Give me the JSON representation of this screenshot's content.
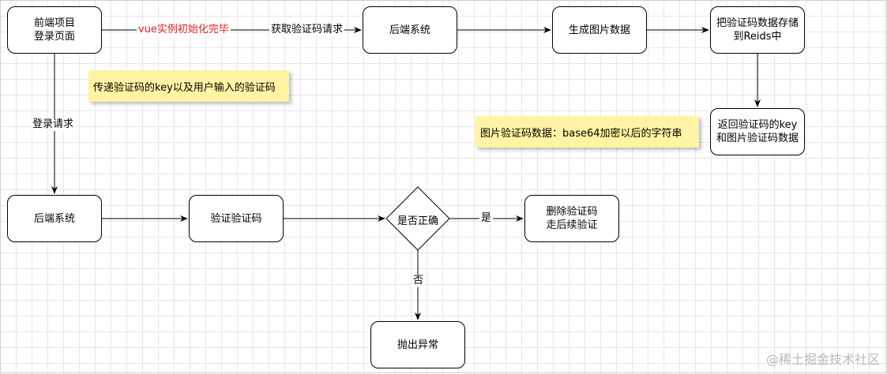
{
  "nodes": {
    "login_page": "前端项目\n登录页面",
    "backend_top": "后端系统",
    "gen_image": "生成图片数据",
    "store_redis": "把验证码数据存储\n到Reids中",
    "return_key": "返回验证码的key\n和图片验证码数据",
    "backend_bottom": "后端系统",
    "verify_code": "验证验证码",
    "is_correct": "是否正确",
    "delete_code": "删除验证码\n走后续验证",
    "throw_error": "抛出异常"
  },
  "notes": {
    "pass_key": "传递验证码的key以及用户输入的验证码",
    "base64": "图片验证码数据：base64加密以后的字符串"
  },
  "edge_labels": {
    "vue_init": "vue实例初始化完毕",
    "get_captcha": "获取验证码请求",
    "login_request": "登录请求",
    "yes": "是",
    "no": "否"
  },
  "colors": {
    "highlight_text": "#e02020",
    "note_background": "#fff4a3"
  },
  "watermark": "@稀土掘金技术社区"
}
